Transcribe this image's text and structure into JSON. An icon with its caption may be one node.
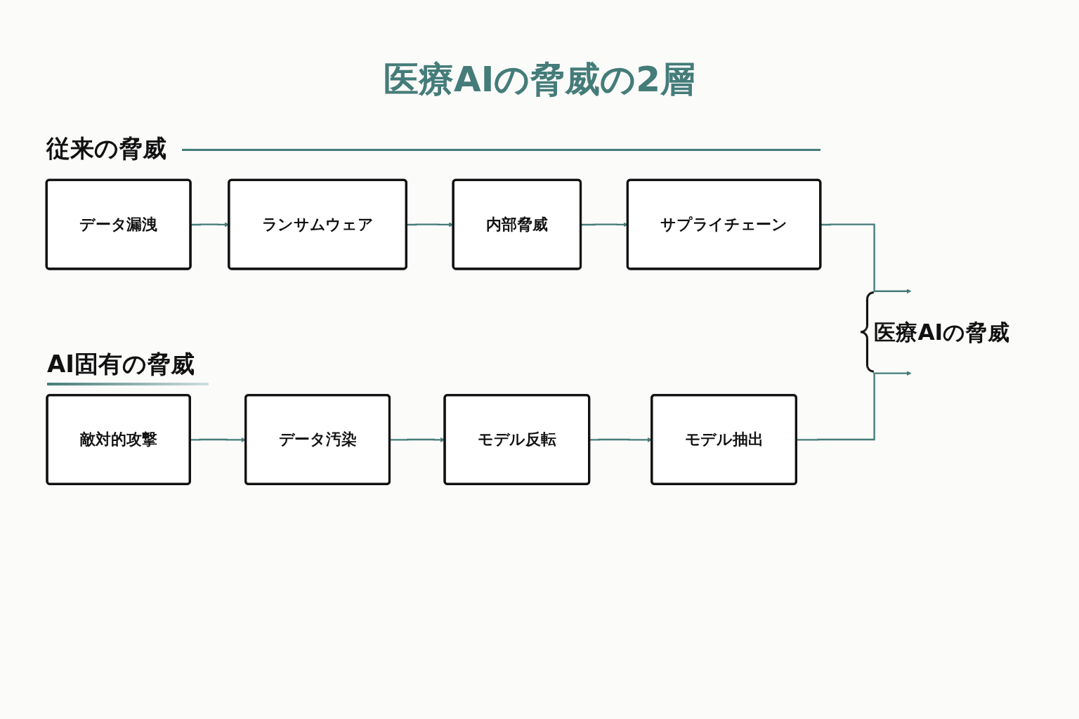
{
  "diagram": {
    "title": "医療AIの脅威の2層",
    "nodes": [
      {
        "text": [
          "データ漏洩"
        ]
      },
      {
        "text": [
          "ランサムウェア"
        ]
      },
      {
        "text": [
          "内部脅威"
        ]
      },
      {
        "text": [
          "サプライチェーン"
        ]
      },
      {
        "text": [
          "医療AIの脅威"
        ]
      },
      {
        "text": [
          "敵対的攻撃"
        ]
      },
      {
        "text": [
          "データ汚染"
        ]
      },
      {
        "text": [
          "モデル反転"
        ]
      },
      {
        "text": [
          "モデル抽出"
        ]
      }
    ],
    "edges": [
      {
        "from": 0,
        "to": 1,
        "arrow": "to"
      },
      {
        "from": 1,
        "to": 2,
        "arrow": "to"
      },
      {
        "from": 2,
        "to": 3,
        "arrow": "to"
      },
      {
        "from": 5,
        "to": 6,
        "arrow": "to"
      },
      {
        "from": 6,
        "to": 7,
        "arrow": "to"
      },
      {
        "from": 7,
        "to": 8,
        "arrow": "to"
      },
      {
        "from": 3,
        "to": 4,
        "arrow": "to"
      },
      {
        "from": 8,
        "to": 4,
        "arrow": "to"
      }
    ],
    "labels": [
      "従来の脅威",
      "AI固有の脅威"
    ]
  }
}
